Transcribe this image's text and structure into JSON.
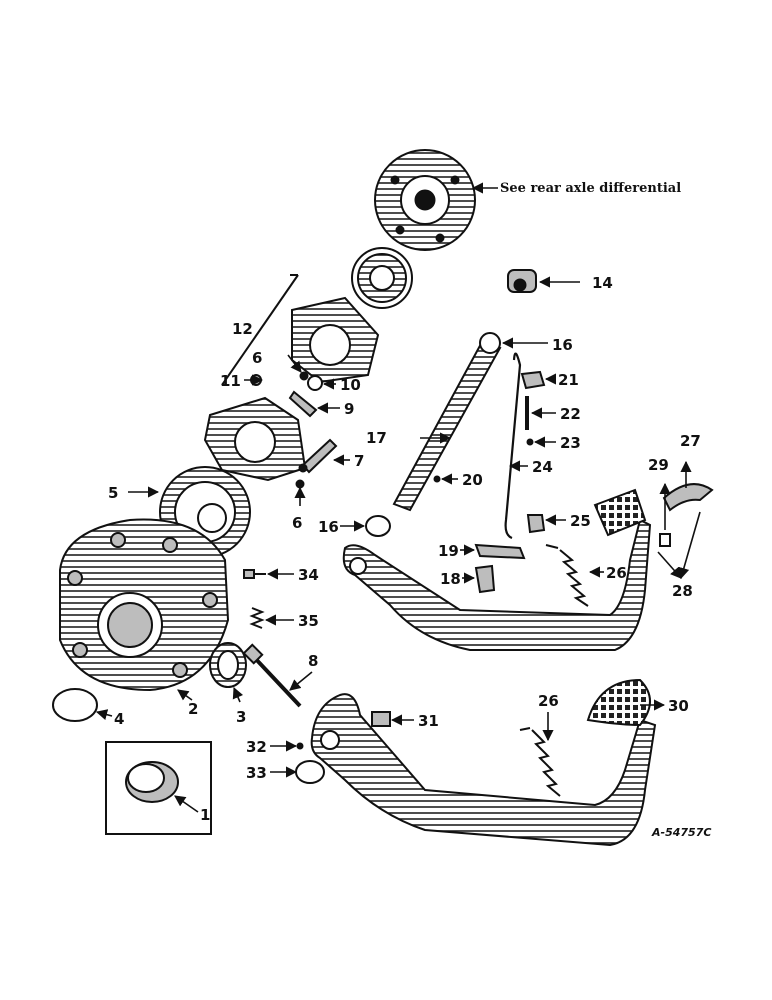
{
  "diagram": {
    "note": "See rear axle differential",
    "figure_code": "A-54757C",
    "part_numbers": [
      "1",
      "2",
      "3",
      "4",
      "5",
      "6",
      "6",
      "7",
      "8",
      "9",
      "10",
      "11",
      "12",
      "14",
      "16",
      "16",
      "17",
      "18",
      "19",
      "20",
      "21",
      "22",
      "23",
      "24",
      "25",
      "26",
      "26",
      "27",
      "28",
      "29",
      "30",
      "31",
      "32",
      "33",
      "34",
      "35"
    ]
  }
}
